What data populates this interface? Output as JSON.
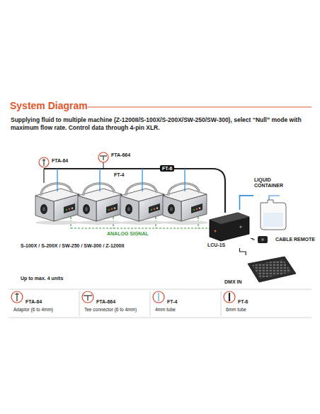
{
  "diagram": {
    "title": "System Diagram",
    "nodes": [
      {
        "text": [
          "LIQUID CONTAINER"
        ]
      },
      {
        "text": [
          "LCU-1S"
        ]
      },
      {
        "text": [
          "CABLE REMOTE"
        ]
      },
      {
        "text": [
          "DMX IN"
        ]
      }
    ],
    "edges": [
      {
        "from": 1,
        "to": 0,
        "arrow": "none"
      },
      {
        "from": 1,
        "to": 2,
        "arrow": "none"
      },
      {
        "from": 3,
        "to": 1,
        "arrow": "none"
      }
    ],
    "labels": [
      "Supplying fluid to multiple machine (Z-1200II/S-100X/S-200X/SW-250/SW-300), select “Null” mode with maximum flow rate. Control data through 4-pin XLR.",
      "FTA-64",
      "FTA-664",
      "FT-4",
      "FT-6",
      "ANALOG SIGNAL",
      "S-100X / S-200X / SW-250 / SW-300 / Z-1200II",
      "Up to max. 4 units",
      "Adaptor (6 to 4mm)",
      "Tee connector (6 to 4mm)",
      "4mm tube",
      "6mm tube"
    ],
    "legend": [
      {
        "text": "FTA-64"
      },
      {
        "text": "FTA-664"
      },
      {
        "text": "FT-4"
      },
      {
        "text": "FT-6"
      }
    ]
  }
}
